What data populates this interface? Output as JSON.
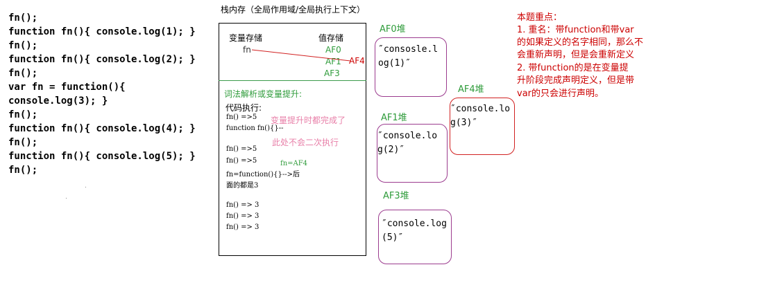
{
  "code_lines": [
    "fn();",
    "function fn(){ console.log(1); }",
    "fn();",
    "function fn(){ console.log(2); }",
    "fn();",
    "var fn = function(){",
    "console.log(3); }",
    "fn();",
    "function fn(){ console.log(4); }",
    "fn();",
    "function fn(){ console.log(5); }",
    "fn();"
  ],
  "stack": {
    "title": "栈内存（全局作用域/全局执行上下文）",
    "var_header": "变量存储",
    "val_header": "值存储",
    "var_name": "fn",
    "values": [
      "AF0",
      "AF1",
      "AF3"
    ],
    "arrow_target": "AF4",
    "hoist_title": "词法解析或变量提升:",
    "exec_title": "代码执行:",
    "exec_lines_1": [
      "fn()   =>5",
      "function fn(){}--"
    ],
    "note_hoist_done": "变量提升时都完成了",
    "note_no_redeclare": "此处不会二次执行",
    "exec_lines_2": [
      "fn() =>5",
      "fn() =>5",
      "fn=function(){}-->后",
      "面的都是3"
    ],
    "fn_af4": "fn=AF4",
    "exec_lines_3": [
      "fn() => 3",
      "fn() => 3",
      "fn() => 3"
    ]
  },
  "heaps": {
    "af0": {
      "label": "AF0堆",
      "text": "″consosle.l\nog(1)″"
    },
    "af4": {
      "label": "AF4堆",
      "text": "″console.lo\ng(3)″"
    },
    "af1": {
      "label": "AF1堆",
      "text": "″console.lo\ng(2)″"
    },
    "af3": {
      "label": "AF3堆",
      "text": "″console.log\n(5)″"
    }
  },
  "notes": {
    "title": "本题重点：",
    "lines": [
      "  1. 重名：带function和带var",
      "的如果定义的名字相同，那么不",
      "会重新声明，但是会重新定义",
      "  2. 带function的是在变量提",
      "升阶段完成声明定义，但是带",
      "var的只会进行声明。"
    ]
  },
  "colors": {
    "green": "#2e9b3a",
    "pink": "#e87fa8",
    "red": "#cc0000",
    "heap_border": "#9b3b8e",
    "heap_border_red": "#d12020"
  }
}
